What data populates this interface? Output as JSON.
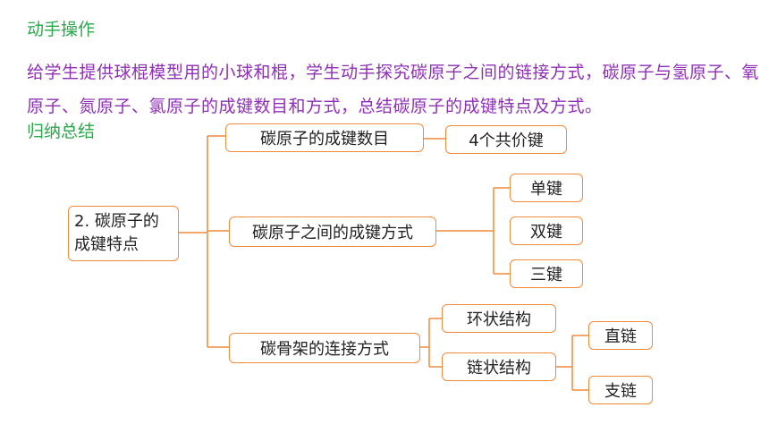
{
  "header": {
    "title": "动手操作"
  },
  "paragraph": "给学生提供球棍模型用的小球和棍，学生动手探究碳原子之间的链接方式，碳原子与氢原子、氧原子、氮原子、氯原子的成键数目和方式，总结碳原子的成键特点及方式。",
  "subheader": "归纳总结",
  "diagram": {
    "root": {
      "line1": "2. 碳原子的",
      "line2": "成键特点"
    },
    "branch1": {
      "label": "碳原子的成键数目",
      "child": "4个共价键"
    },
    "branch2": {
      "label": "碳原子之间的成键方式",
      "children": [
        "单键",
        "双键",
        "三键"
      ]
    },
    "branch3": {
      "label": "碳骨架的连接方式",
      "child_ring": "环状结构",
      "child_chain": "链状结构",
      "chain_children": [
        "直链",
        "支链"
      ]
    }
  },
  "colors": {
    "green": "#2aa84a",
    "purple": "#8e2fb5",
    "orange": "#f08a3c"
  }
}
